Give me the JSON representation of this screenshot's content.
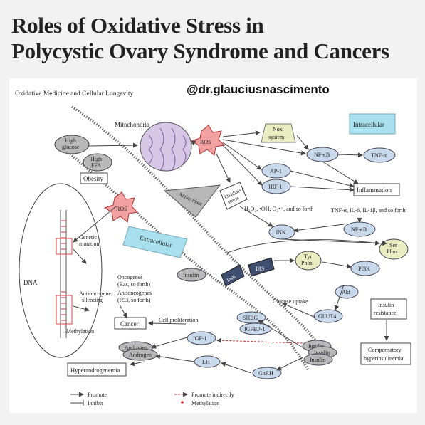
{
  "title": {
    "line1": "Roles of Oxidative Stress in",
    "line2": "Polycystic Ovary Syndrome and Cancers"
  },
  "journal": "Oxidative Medicine and Cellular Longevity",
  "watermark": "@dr.glauciusnascimento",
  "nodes": {
    "high_glucose_1": "High",
    "high_glucose_2": "glucose",
    "high_ffa_1": "High",
    "high_ffa_2": "FFA",
    "obesity": "Obesity",
    "mitochondria": "Mitochondria",
    "ros_top": "ROS",
    "ros_left": "ROS",
    "nox_1": "Nox",
    "nox_2": "system",
    "intracellular": "Intracellular",
    "nfkb_top": "NF-κB",
    "tnfa": "TNF-α",
    "ap1": "AP-1",
    "hif1": "HIF-1",
    "inflammation": "Inflammation",
    "antioxidant": "Antioxidant",
    "ox_stress_1": "Oxidative",
    "ox_stress_2": "stress",
    "radicals": "H₂O₂, •OH, O₂•⁻, and so forth",
    "cytokines": "TNF-α, IL-6, IL-1β, and so forth",
    "jnk": "JNK",
    "nfkb_mid": "NF-κB",
    "ser_1": "Ser",
    "ser_2": "Phos",
    "tyr_1": "Tyr",
    "tyr_2": "Phos",
    "pi3k": "PI3K",
    "extracellular": "Extracellular",
    "genetic_1": "Genetic",
    "genetic_2": "mutation",
    "dna": "DNA",
    "antionco_1": "Antioncogene",
    "antionco_2": "silencing",
    "methylation_node": "Methylation",
    "onco_1": "Oncogenes",
    "onco_2": "(Ras, so forth)",
    "antionco_3": "Antioncogenes",
    "antionco_4": "(P53, so forth)",
    "insulin_left": "Insulin",
    "insulin_receptor": "InsR",
    "irs": "IRS",
    "glucose_uptake": "Glucose uptake",
    "akt": "Akt",
    "glut4": "GLUT4",
    "ins_res_1": "Insulin",
    "ins_res_2": "resistance",
    "cell_prolif": "Cell proliferation",
    "cancer": "Cancer",
    "shbg": "SHBG",
    "igfbp1": "IGFBP-1",
    "igf1": "IGF-1",
    "androgen_1": "Androgen",
    "androgen_2": "Androgen",
    "insulin_r1": "Insulin",
    "insulin_r2": "Insulin",
    "insulin_r3": "Insulin",
    "comp_1": "Compensatory",
    "comp_2": "hyperinsulinemia",
    "lh": "LH",
    "gnrh": "GnRH",
    "hyperandro": "Hyperandrogenemia"
  },
  "legend": {
    "promote": "Promote",
    "inhibit": "Inhibit",
    "promote_indirectly": "Promote indirectly",
    "methylation": "Methylation"
  },
  "colors": {
    "node_fill": "#c9d9ec",
    "ros_fill": "#f3a0a0",
    "extracellular_fill": "#a8e0ee",
    "nox_fill": "#e9edc2",
    "gray_node": "#b8b8b8",
    "methyl_dot": "#d62020"
  }
}
